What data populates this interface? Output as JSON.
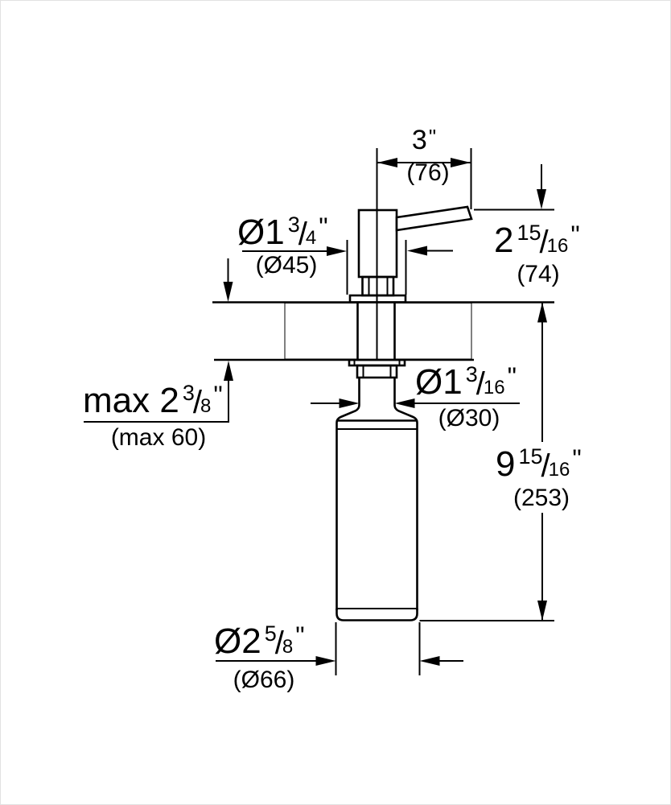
{
  "page": {
    "background": "#ffffff",
    "line_color": "#000000"
  },
  "dims": {
    "spout_reach": {
      "value": "3",
      "unit": "\"",
      "metric": "(76)"
    },
    "head_height": {
      "value": "2",
      "frac_num": "15",
      "frac_slash": "/",
      "frac_den": "16",
      "unit": "\"",
      "metric": "(74)"
    },
    "escutcheon_diameter": {
      "value": "Ø1",
      "frac_num": "3",
      "frac_slash": "/",
      "frac_den": "4",
      "unit": "\"",
      "metric": "(Ø45)"
    },
    "max_counter_thickness": {
      "value": "max 2",
      "frac_num": "3",
      "frac_slash": "/",
      "frac_den": "8",
      "unit": "\"",
      "metric": "(max 60)"
    },
    "shank_diameter": {
      "value": "Ø1",
      "frac_num": "3",
      "frac_slash": "/",
      "frac_den": "16",
      "unit": "\"",
      "metric": "(Ø30)"
    },
    "overall_height": {
      "value": "9",
      "frac_num": "15",
      "frac_slash": "/",
      "frac_den": "16",
      "unit": "\"",
      "metric": "(253)"
    },
    "bottle_diameter": {
      "value": "Ø2",
      "frac_num": "5",
      "frac_slash": "/",
      "frac_den": "8",
      "unit": "\"",
      "metric": "(Ø66)"
    }
  }
}
